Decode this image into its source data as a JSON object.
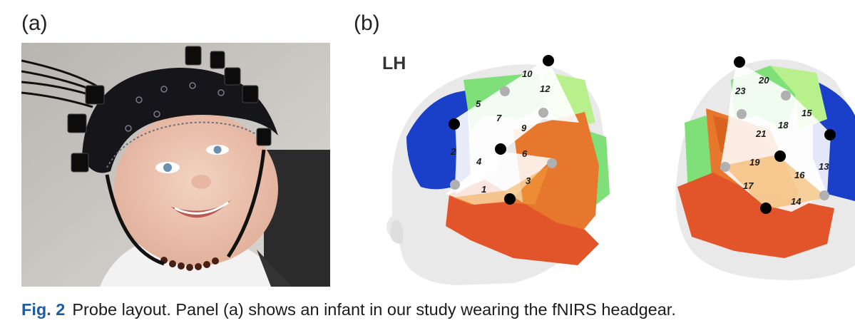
{
  "figure": {
    "panel_a_label": "(a)",
    "panel_b_label": "(b)",
    "hemisphere_label": "LH",
    "caption_fig": "Fig. 2",
    "caption_text": "Probe layout. Panel (a) shows an infant in our study wearing the fNIRS headgear.",
    "left_channels": [
      "1",
      "2",
      "3",
      "4",
      "5",
      "6",
      "7",
      "9",
      "10",
      "12"
    ],
    "right_channels": [
      "13",
      "14",
      "15",
      "16",
      "17",
      "18",
      "19",
      "20",
      "21",
      "23"
    ],
    "colors": {
      "caption_fig": "#1f5c9e",
      "deep_blue": "#1a3fc8",
      "green": "#7fe07a",
      "light_green": "#b8f08c",
      "orange": "#e8772e",
      "red_orange": "#e2552a",
      "head": "#e9e9e9",
      "source": "#000000",
      "detector": "#b0b0b0"
    }
  }
}
